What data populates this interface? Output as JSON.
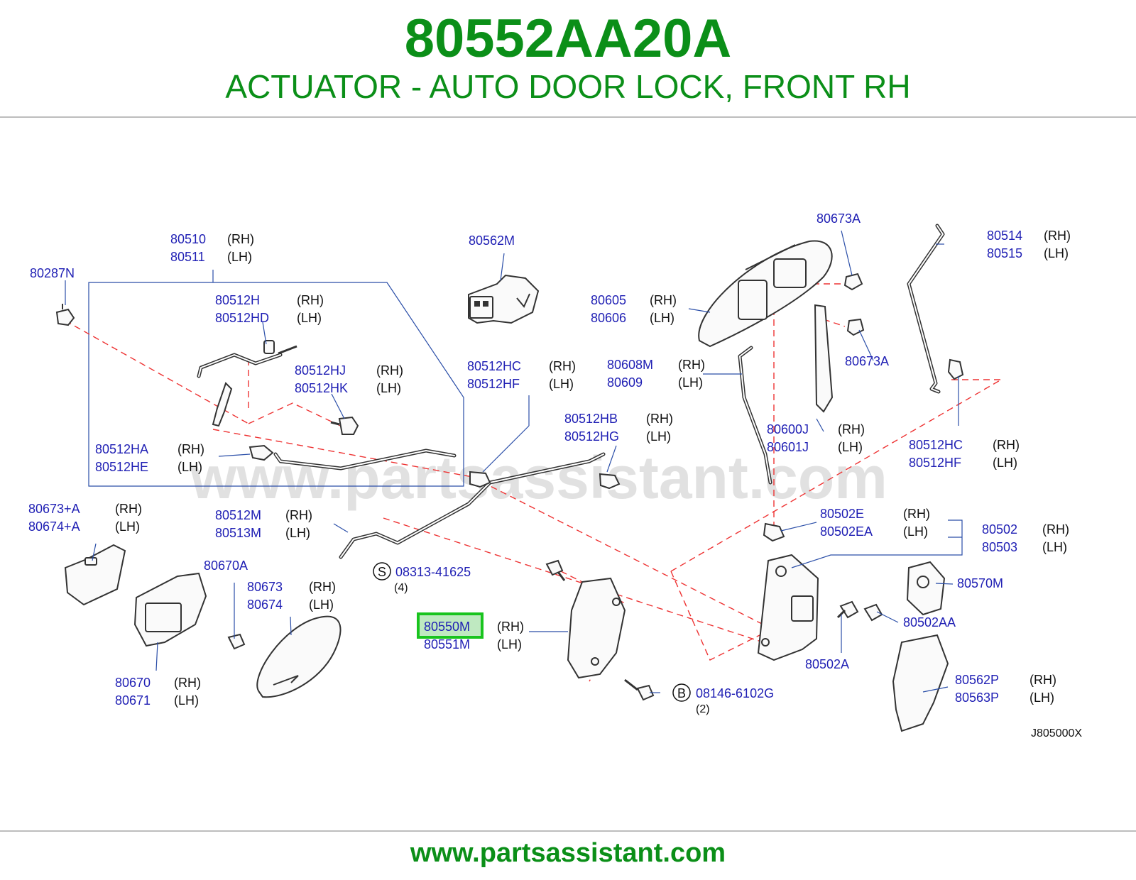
{
  "header": {
    "part_number": "80552AA20A",
    "description": "ACTUATOR - AUTO DOOR LOCK, FRONT RH"
  },
  "footer": {
    "website": "www.partsassistant.com"
  },
  "watermark": "www.partsassistant.com",
  "diagram_code": "J805000X",
  "colors": {
    "brand_green": "#0b8f18",
    "part_label_blue": "#1f1fb4",
    "highlight_green": "#19c41e",
    "dashed_red": "#e33333"
  },
  "labels": {
    "l80510": "80510",
    "l80511": "80511",
    "l80287n": "80287N",
    "l80512h": "80512H",
    "l80512hd": "80512HD",
    "l80512hj": "80512HJ",
    "l80512hk": "80512HK",
    "l80512ha": "80512HA",
    "l80512he": "80512HE",
    "l80562m": "80562M",
    "l80512hc_a": "80512HC",
    "l80512hf_a": "80512HF",
    "l80512hb": "80512HB",
    "l80512hg": "80512HG",
    "l80673a_top": "80673A",
    "l80605": "80605",
    "l80606": "80606",
    "l80673a_mid": "80673A",
    "l80608m": "80608M",
    "l80609": "80609",
    "l80514": "80514",
    "l80515": "80515",
    "l80600j": "80600J",
    "l80601j": "80601J",
    "l80512hc_b": "80512HC",
    "l80512hf_b": "80512HF",
    "l80673a_plus": "80673+A",
    "l80674a_plus": "80674+A",
    "l80512m": "80512M",
    "l80513m": "80513M",
    "l80670a": "80670A",
    "l80673": "80673",
    "l80674": "80674",
    "l08313": "08313-41625",
    "q08313": "(4)",
    "l80502e": "80502E",
    "l80502ea": "80502EA",
    "l80502": "80502",
    "l80503": "80503",
    "l80570m": "80570M",
    "l80550m": "80550M",
    "l80551m": "80551M",
    "l80502aa": "80502AA",
    "l80502a": "80502A",
    "l80670": "80670",
    "l80671": "80671",
    "l08146": "08146-6102G",
    "q08146": "(2)",
    "l80562p": "80562P",
    "l80563p": "80563P",
    "rh": "(RH)",
    "lh": "(LH)",
    "sym_s": "S",
    "sym_b": "B"
  }
}
